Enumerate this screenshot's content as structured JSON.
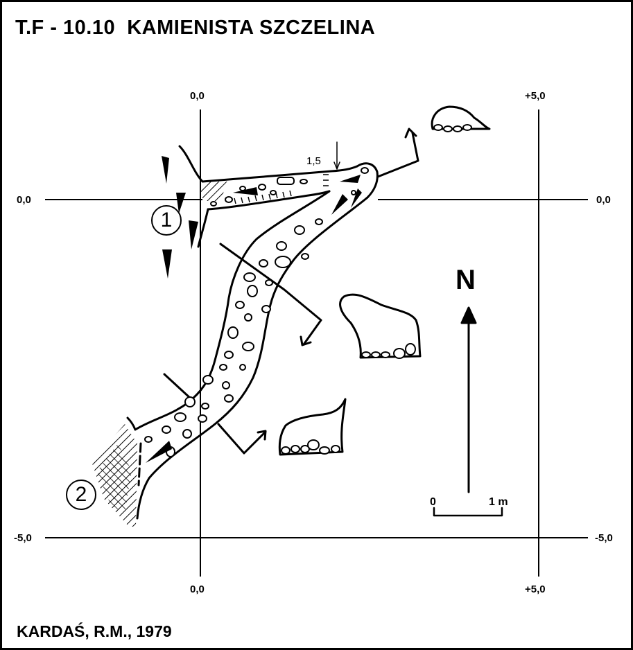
{
  "title": "T.F - 10.10  KAMIENISTA SZCZELINA",
  "author": "KARDAŚ, R.M., 1979",
  "grid": {
    "top_left": "0,0",
    "top_right": "+5,0",
    "bottom_left": "0,0",
    "bottom_right": "+5,0",
    "left_upper": "0,0",
    "right_upper": "0,0",
    "left_lower": "-5,0",
    "right_lower": "-5,0"
  },
  "north_label": "N",
  "scale": {
    "start": "0",
    "end": "1 m"
  },
  "depth_mark": "1,5",
  "entrances": [
    "1",
    "2"
  ],
  "colors": {
    "ink": "#000000",
    "paper": "#ffffff"
  }
}
